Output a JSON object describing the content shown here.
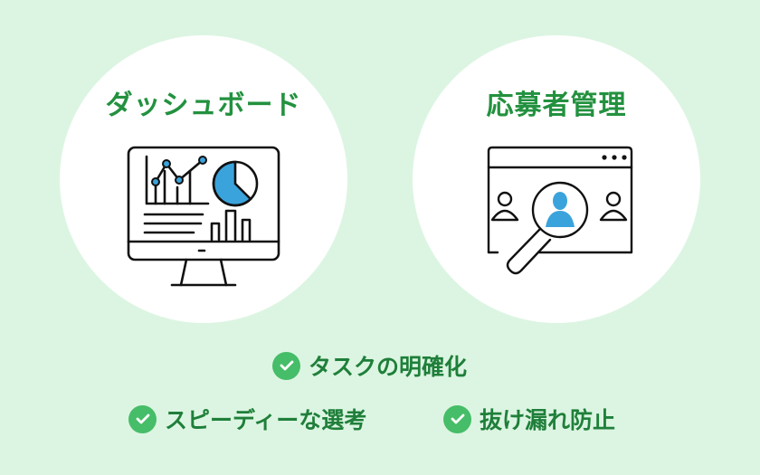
{
  "cards": [
    {
      "title": "ダッシュボード",
      "icon": "monitor-dashboard-icon"
    },
    {
      "title": "応募者管理",
      "icon": "applicant-search-icon"
    }
  ],
  "features": [
    {
      "label": "タスクの明確化",
      "icon": "check-circle-icon"
    },
    {
      "label": "スピーディーな選考",
      "icon": "check-circle-icon"
    },
    {
      "label": "抜け漏れ防止",
      "icon": "check-circle-icon"
    }
  ],
  "colors": {
    "background": "#dcf5e2",
    "title_green": "#23913f",
    "feature_text": "#1f7f3a",
    "check_green": "#46bd68",
    "accent_blue": "#3aa3dc"
  }
}
